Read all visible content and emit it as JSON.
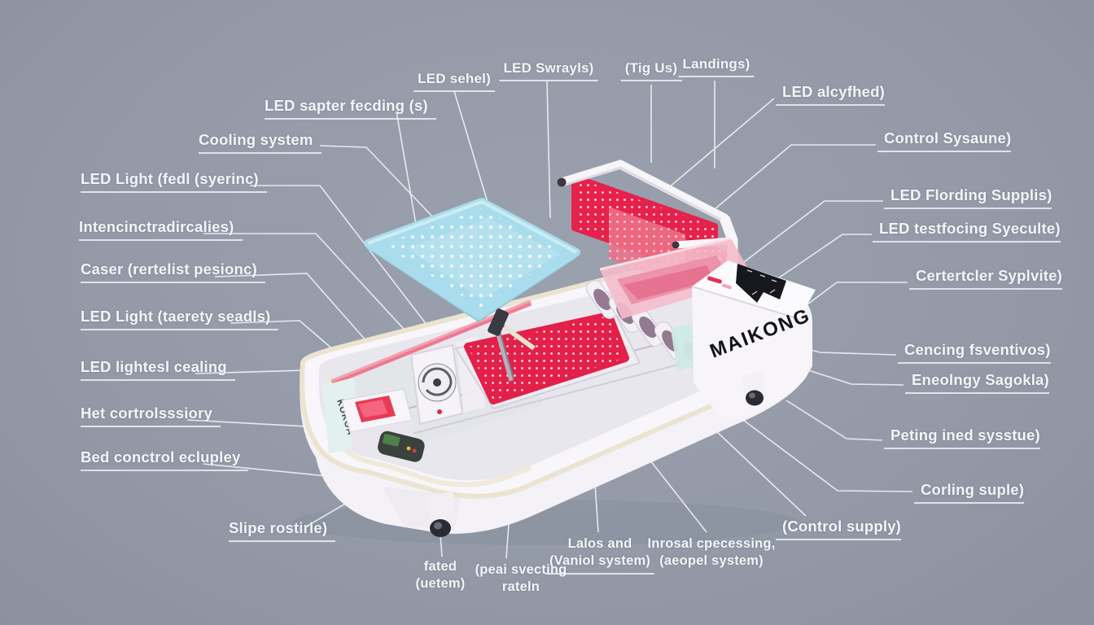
{
  "scene": {
    "background_color": "#949AA8",
    "brand": "MAIKONG",
    "device_side_text": "KOKOA"
  },
  "palette": {
    "label_text": "#F2F4F7",
    "leader_line": "#EEF0F4",
    "led_red": "#E32049",
    "led_red_dark": "#D01B40",
    "panel_cyan": "#A9DCEC",
    "cover_pink": "#F4BDCB",
    "bed_white": "#F6F4F9",
    "tube_cream": "#EBE4D0",
    "control_black": "#17171E"
  },
  "labels": {
    "top": [
      {
        "text": "LED sehel)"
      },
      {
        "text": "LED Swrayls)"
      },
      {
        "text": "(Tig Us)"
      },
      {
        "text": "Landings)"
      }
    ],
    "left": [
      {
        "text": "LED sapter fecding (s)"
      },
      {
        "text": "Cooling system"
      },
      {
        "text": "LED Light (fedl (syerinc)"
      },
      {
        "text": "Intencinctradircalies)"
      },
      {
        "text": "Caser (rertelist pesionc)"
      },
      {
        "text": "LED Light (taerety seadls)"
      },
      {
        "text": "LED lightesl cealing"
      },
      {
        "text": "Het cortrolsssiory"
      },
      {
        "text": "Bed conctrol eclupley"
      },
      {
        "text": "Slipe rostirle)"
      }
    ],
    "right": [
      {
        "text": "LED alcyfhed)"
      },
      {
        "text": "Control Sysaune)"
      },
      {
        "text": "LED Flording Supplis)"
      },
      {
        "text": "LED testfocing Syeculte)"
      },
      {
        "text": "Certertcler Syplvite)"
      },
      {
        "text": "Cencing fsventivos)"
      },
      {
        "text": "Eneolngy Sagokla)"
      },
      {
        "text": "Peting ined sysstue)"
      },
      {
        "text": "Corling suple)"
      },
      {
        "text": "(Control supply)"
      }
    ],
    "bottom": [
      {
        "line1": "fated",
        "line2": "(uetem)"
      },
      {
        "line1": "(peai svecting",
        "line2": "rateln"
      },
      {
        "line1": "Lalos and",
        "line2": "(Vaniol system)"
      },
      {
        "line1": "Inrosal cpecessing,",
        "line2": "(aeopel system)"
      }
    ]
  }
}
